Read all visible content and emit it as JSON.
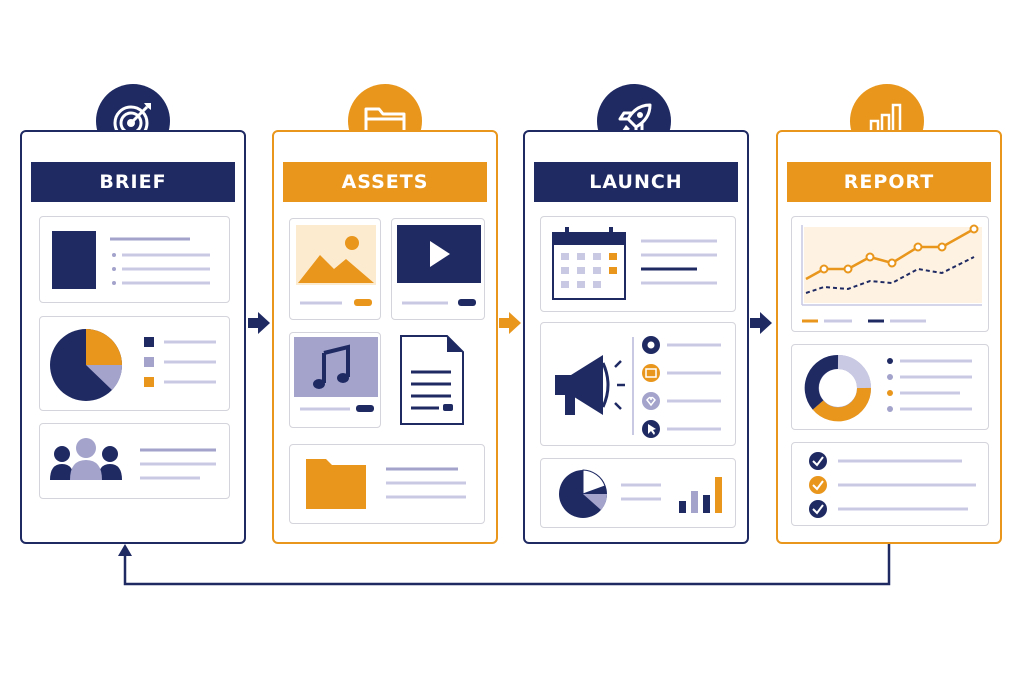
{
  "stages": [
    {
      "title": "BRIEF",
      "icon": "target-icon"
    },
    {
      "title": "ASSETS",
      "icon": "folder-icon"
    },
    {
      "title": "LAUNCH",
      "icon": "rocket-icon"
    },
    {
      "title": "REPORT",
      "icon": "bar-chart-icon"
    }
  ],
  "colors": {
    "navy": "#1f2a63",
    "orange": "#e8961c",
    "lavender": "#a3a3cc",
    "light_lavender": "#c9c9e4",
    "peach": "#fdebd0"
  }
}
